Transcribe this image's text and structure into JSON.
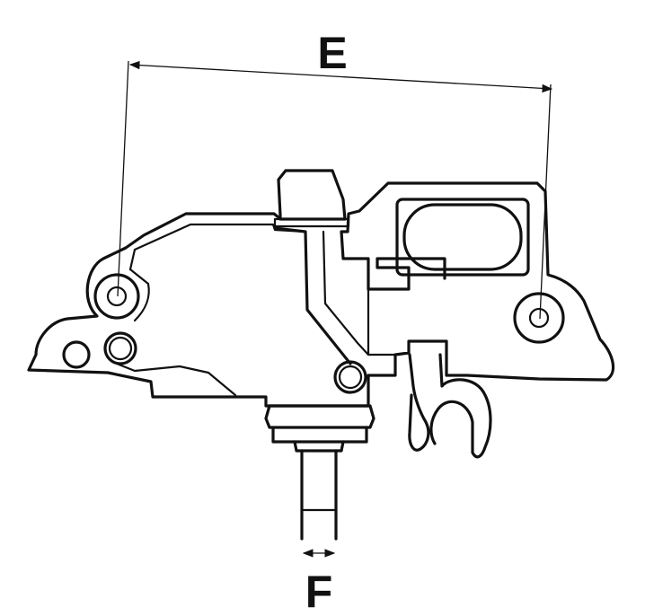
{
  "diagram": {
    "dimensions": [
      {
        "id": "E",
        "label": "E"
      },
      {
        "id": "F",
        "label": "F"
      }
    ],
    "colors": {
      "line": "#111111",
      "background": "#ffffff"
    }
  }
}
